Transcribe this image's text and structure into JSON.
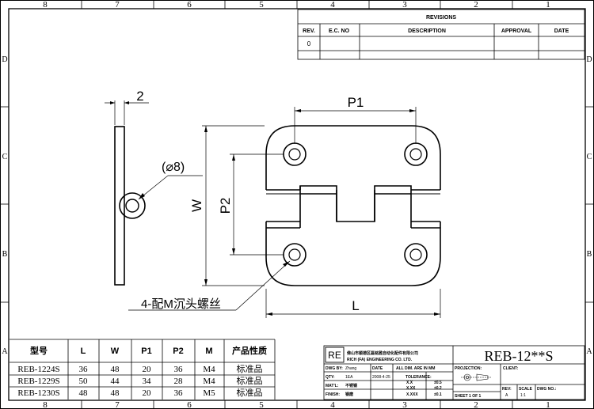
{
  "border": {
    "cols_top": [
      "8",
      "7",
      "6",
      "5",
      "4",
      "3",
      "2",
      "1"
    ],
    "cols_bottom": [
      "8",
      "7",
      "6",
      "5",
      "4",
      "3",
      "2",
      "1"
    ],
    "rows_left": [
      "D",
      "C",
      "B",
      "A"
    ],
    "rows_right": [
      "D",
      "C",
      "B",
      "A"
    ]
  },
  "revisions": {
    "title": "REVISIONS",
    "headers": [
      "REV.",
      "E.C. NO",
      "DESCRIPTION",
      "APPROVAL",
      "DATE"
    ],
    "rows": [
      [
        "0",
        "",
        "",
        "",
        ""
      ]
    ]
  },
  "dimensions": {
    "thickness": "2",
    "pitch1": "P1",
    "pitch2": "P2",
    "width": "W",
    "length": "L",
    "hole_diameter": "(⌀8)",
    "screw_note": "4-配M沉头螺丝"
  },
  "spec_table": {
    "headers": [
      "型号",
      "L",
      "W",
      "P1",
      "P2",
      "M",
      "产品性质"
    ],
    "rows": [
      [
        "REB-1224S",
        "36",
        "48",
        "20",
        "36",
        "M4",
        "标准品"
      ],
      [
        "REB-1229S",
        "50",
        "44",
        "34",
        "28",
        "M4",
        "标准品"
      ],
      [
        "REB-1230S",
        "48",
        "48",
        "20",
        "36",
        "M5",
        "标准品"
      ]
    ]
  },
  "title_block": {
    "logo": "RE",
    "company_cn": "佛山市顺德区磊铭雅自动化配件有限公司",
    "company_en": "RICH (FA) ENGINEERING CO. LTD.",
    "part_number": "REB-12**S",
    "dwg_by_label": "DWG BY:",
    "dwg_by": "Zhang",
    "date_label": "DATE",
    "date": "2008-4-25",
    "units_note": "ALL DIM. ARE IN MM",
    "qty_label": "QTY:",
    "qty": "1EA",
    "tolerance_label": "TOLERANCE:",
    "tolerances": [
      [
        "X.X",
        "±0.5"
      ],
      [
        "X.XX",
        "±0.2"
      ],
      [
        "X.XXX",
        "±0.1"
      ]
    ],
    "matl_label": "MAT'L:",
    "matl": "不锈钢",
    "finish_label": "FINISH:",
    "finish": "钢磨",
    "projection_label": "PROJECTION:",
    "client_label": "CLIENT:",
    "sheet": "SHEET 1 OF 1",
    "rev_label": "REV:",
    "rev": "A",
    "scale_label": "SCALE",
    "scale": "1:1",
    "dwg_no_label": "DWG NO.:"
  }
}
